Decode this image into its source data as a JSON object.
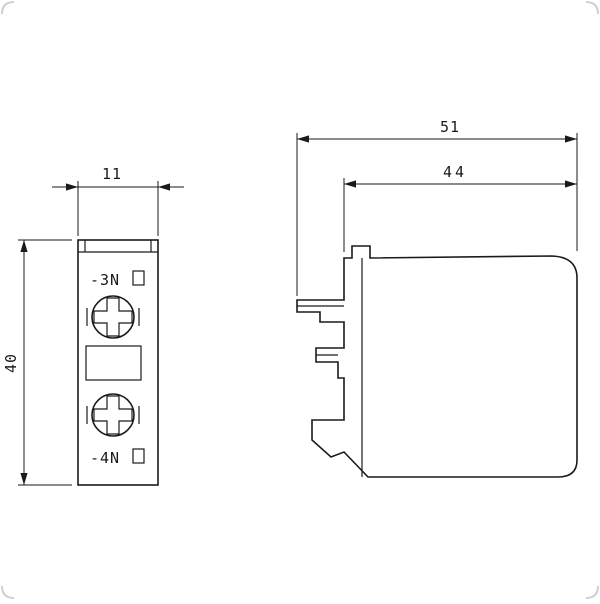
{
  "page": {
    "background": "#ffffff",
    "line_color": "#1a1a1a",
    "corner_mask_color": "#cfcfcf"
  },
  "front_view": {
    "width_dim": "11",
    "height_dim": "40",
    "terminal_top_label": "-3N",
    "terminal_bottom_label": "-4N"
  },
  "side_view": {
    "overall_depth_dim": "51",
    "body_depth_dim": "44"
  }
}
